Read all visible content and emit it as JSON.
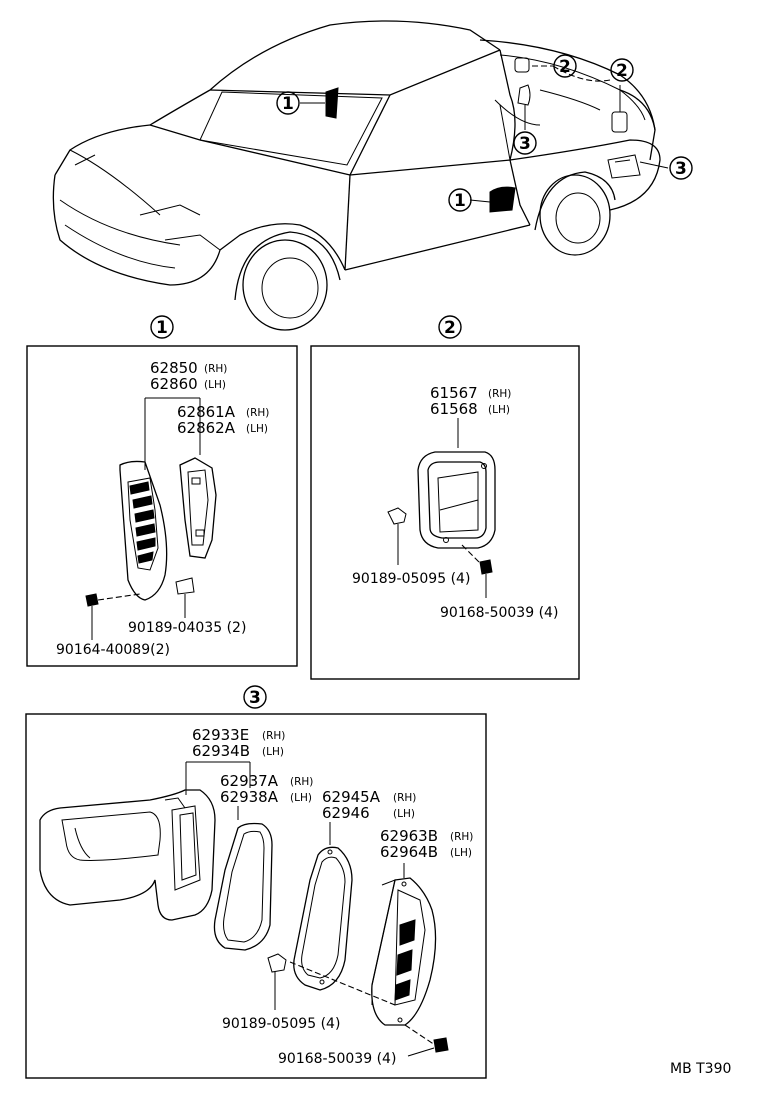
{
  "callouts": {
    "c1": "1",
    "c2": "2",
    "c3": "3"
  },
  "panel1": {
    "p1a": {
      "num": "62850",
      "side": "(RH)"
    },
    "p1b": {
      "num": "62860",
      "side": "(LH)"
    },
    "p1c": {
      "num": "62861A",
      "side": "(RH)"
    },
    "p1d": {
      "num": "62862A",
      "side": "(LH)"
    },
    "bolt": "90164-40089(2)",
    "clip": "90189-04035 (2)"
  },
  "panel2": {
    "p2a": {
      "num": "61567",
      "side": "(RH)"
    },
    "p2b": {
      "num": "61568",
      "side": "(LH)"
    },
    "clip": "90189-05095 (4)",
    "screw": "90168-50039 (4)"
  },
  "panel3": {
    "p3a": {
      "num": "62933E",
      "side": "(RH)"
    },
    "p3b": {
      "num": "62934B",
      "side": "(LH)"
    },
    "p3c": {
      "num": "62937A",
      "side": "(RH)"
    },
    "p3d": {
      "num": "62938A",
      "side": "(LH)"
    },
    "p3e": {
      "num": "62945A",
      "side": "(RH)"
    },
    "p3f": {
      "num": "62946",
      "side": "(LH)"
    },
    "p3g": {
      "num": "62963B",
      "side": "(RH)"
    },
    "p3h": {
      "num": "62964B",
      "side": "(LH)"
    },
    "clip": "90189-05095 (4)",
    "screw": "90168-50039 (4)"
  },
  "footer": {
    "code": "MB  T390"
  }
}
